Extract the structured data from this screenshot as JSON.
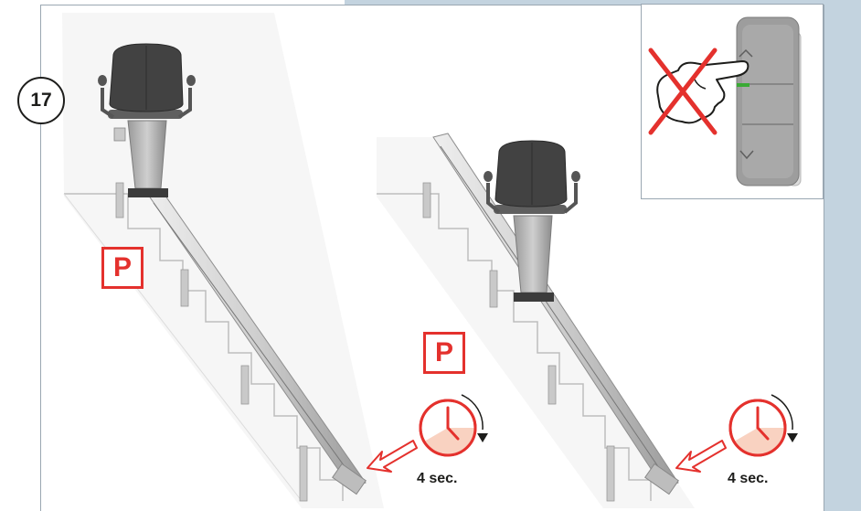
{
  "step": {
    "number": "17"
  },
  "panels": [
    {
      "parking_label": "P",
      "timer_label": "4 sec."
    },
    {
      "parking_label": "P",
      "timer_label": "4 sec."
    }
  ],
  "colors": {
    "accent_red": "#e4312d",
    "timer_fill": "#f9d2c1",
    "background_blue": "#c3d3df",
    "led_green": "#3aaa35"
  },
  "icons": {
    "remote": "remote-control-icon",
    "prohibited_press": "crossed-hand-icon",
    "up_arrow": "chevron-up-icon",
    "down_arrow": "chevron-down-icon",
    "timer": "clock-timer-icon",
    "direction": "hollow-arrow-icon"
  }
}
